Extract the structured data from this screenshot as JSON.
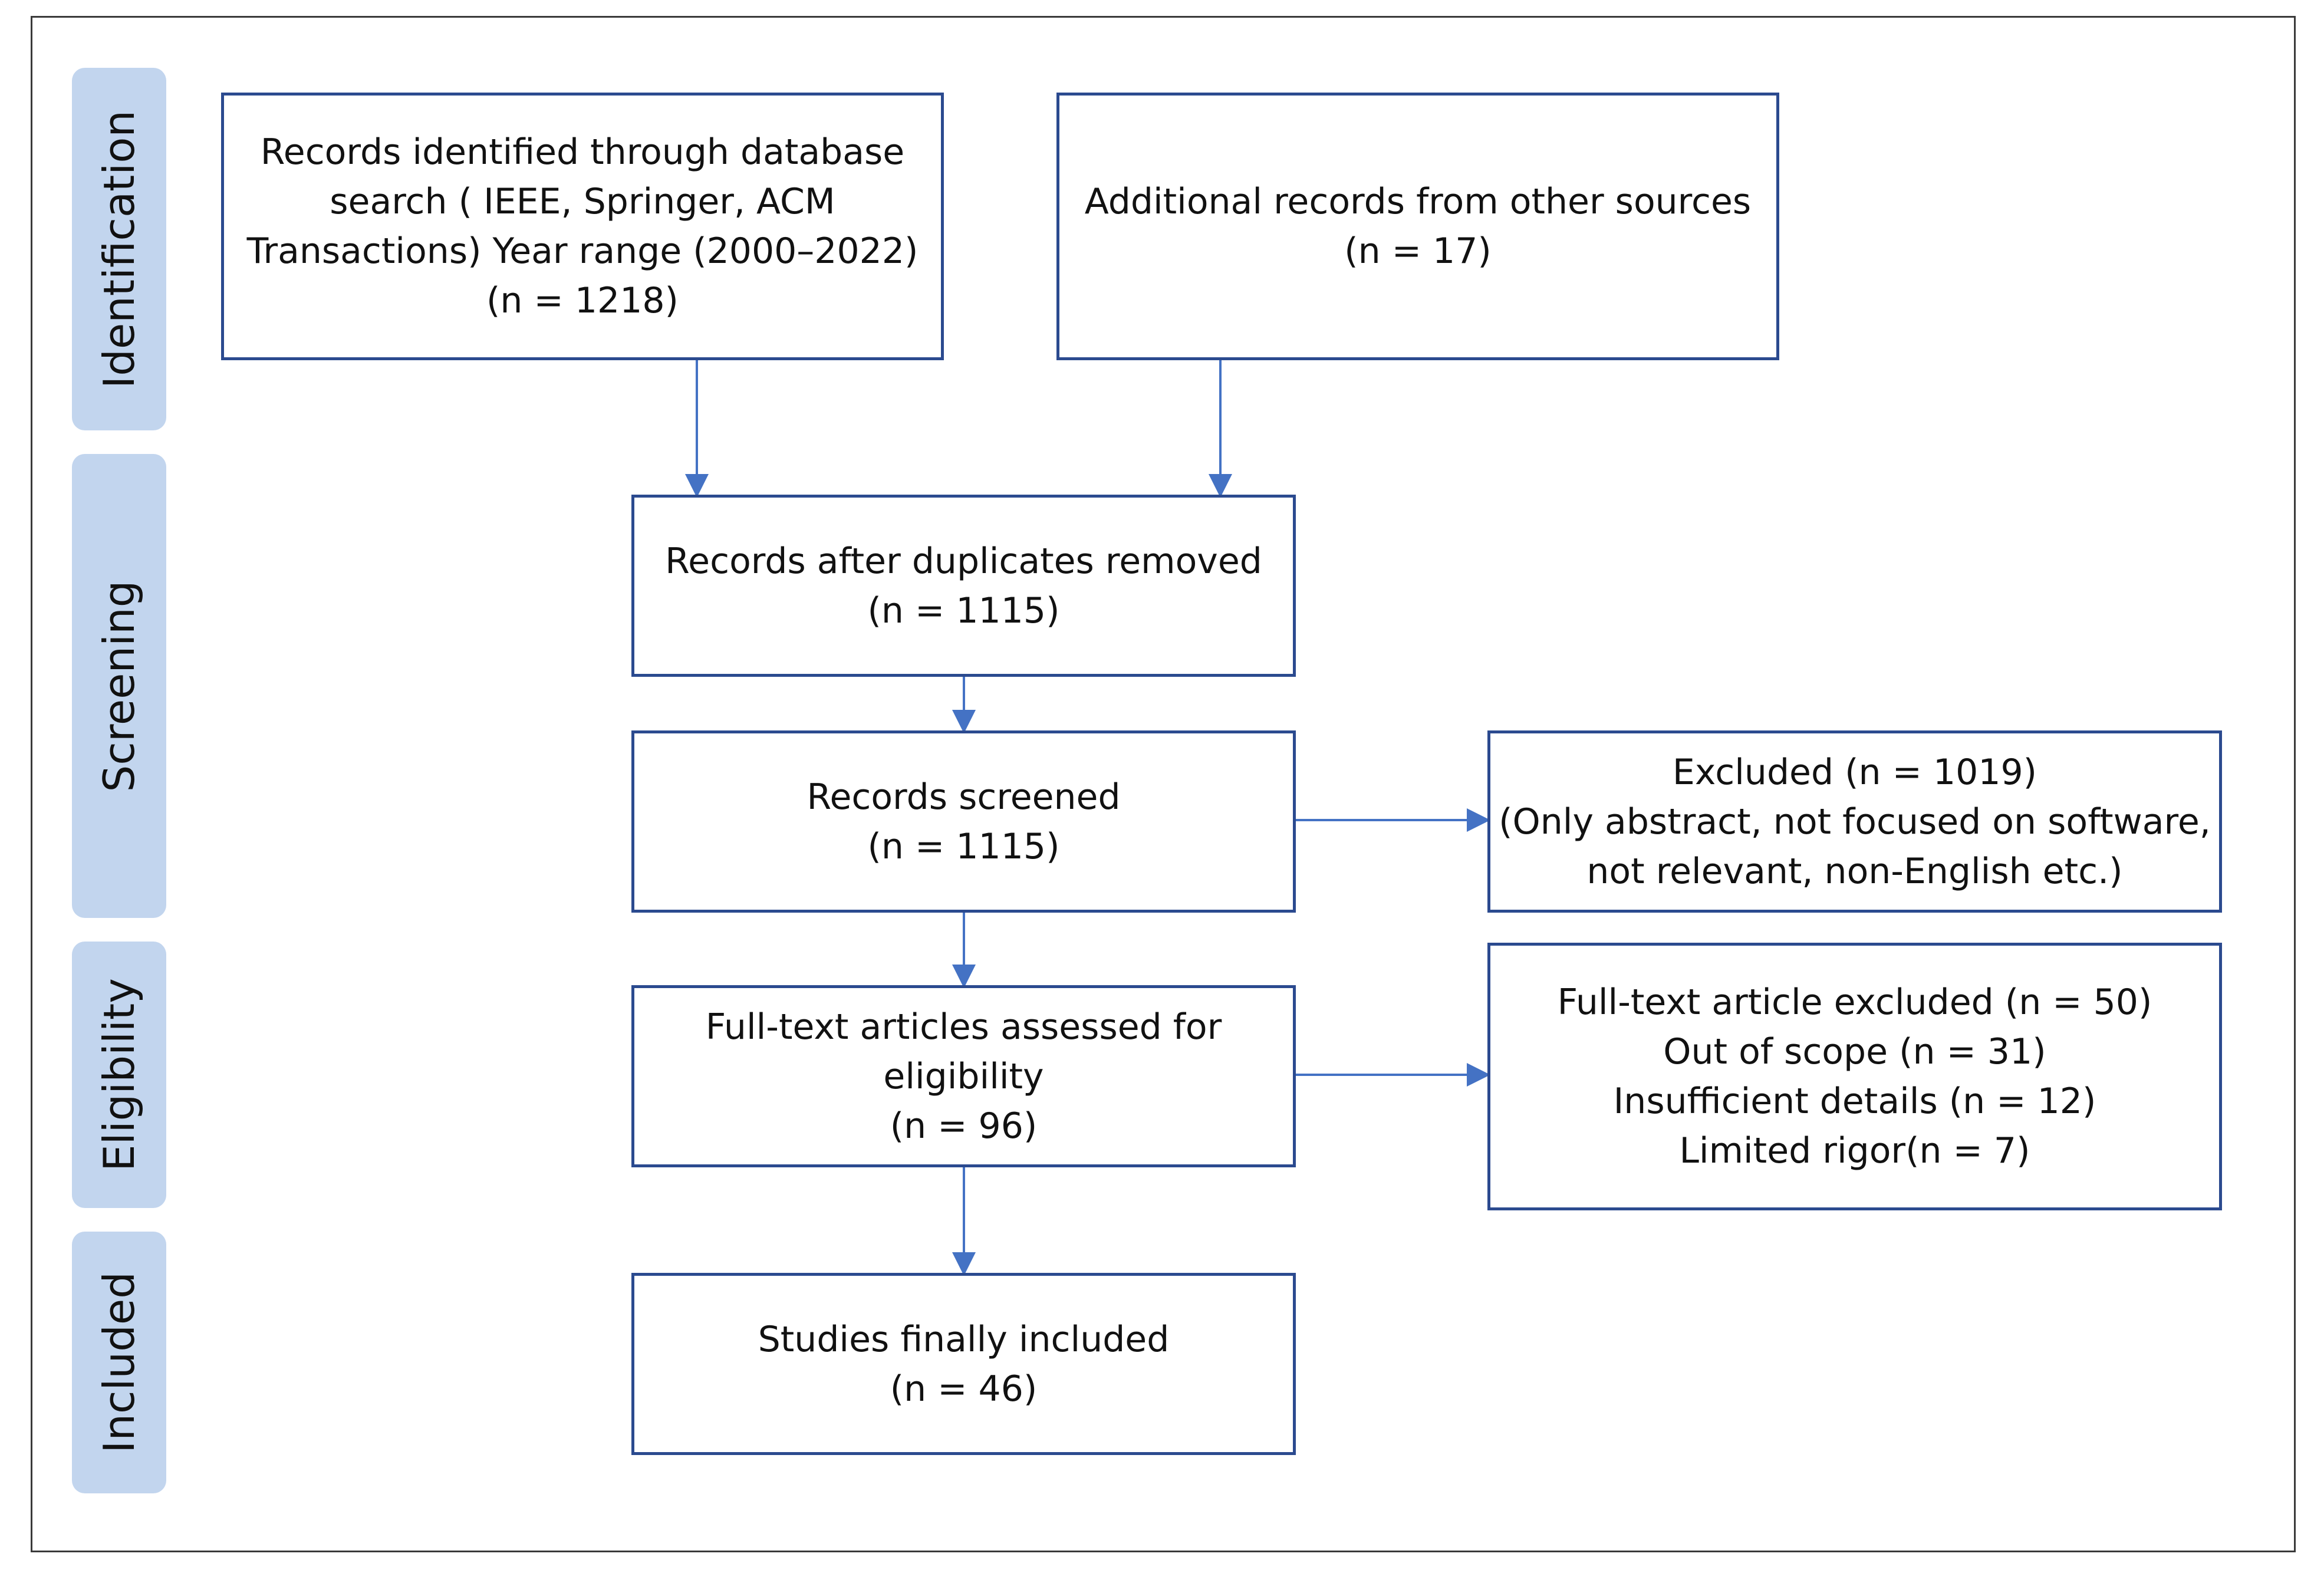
{
  "colors": {
    "box_border": "#2b4a8f",
    "arrow": "#4472c4",
    "stage_fill": "#c2d5ee",
    "frame": "#3a3a3a"
  },
  "stages": {
    "identification": "Identification",
    "screening": "Screening",
    "eligibility": "Eligibility",
    "included": "Included"
  },
  "boxes": {
    "database_search": {
      "lines": [
        "Records identified through database",
        "search ( IEEE, Springer, ACM",
        "Transactions) Year range (2000–2022)",
        "(n = 1218)"
      ]
    },
    "other_sources": {
      "lines": [
        "Additional records from other sources",
        "(n = 17)"
      ]
    },
    "duplicates_removed": {
      "lines": [
        "Records after duplicates removed",
        "(n = 1115)"
      ]
    },
    "screened": {
      "lines": [
        "Records screened",
        "(n = 1115)"
      ]
    },
    "excluded": {
      "lines": [
        "Excluded (n = 1019)",
        "(Only abstract, not focused on software,",
        "not relevant, non-English etc.)"
      ]
    },
    "full_text_assessed": {
      "lines": [
        "Full-text articles assessed for",
        "eligibility",
        "(n = 96)"
      ]
    },
    "full_text_excluded": {
      "lines": [
        "Full-text article excluded (n = 50)",
        "Out of scope (n = 31)",
        "Insufficient details (n = 12)",
        "Limited rigor(n = 7)"
      ]
    },
    "included": {
      "lines": [
        "Studies finally included",
        "(n = 46)"
      ]
    }
  }
}
